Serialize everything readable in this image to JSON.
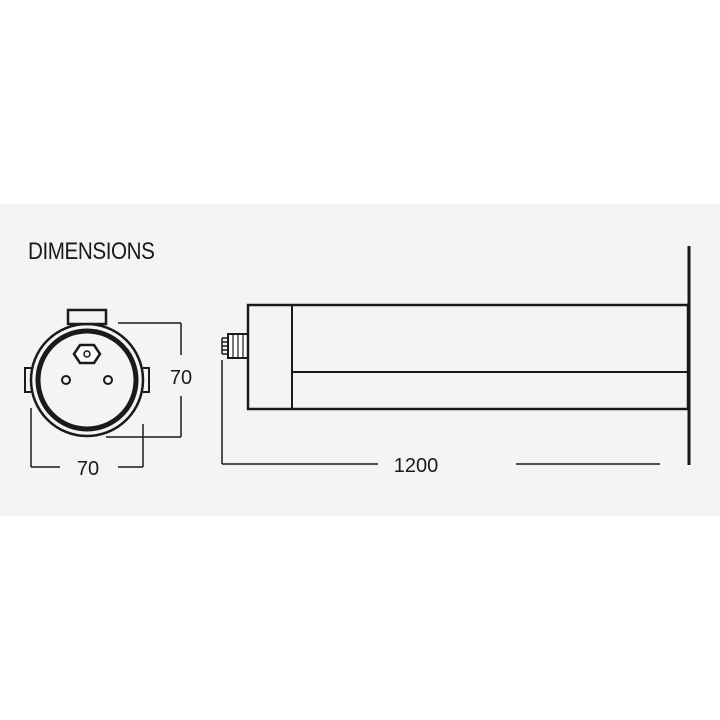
{
  "title": "DIMENSIONS",
  "dimensions": {
    "height": "70",
    "width": "70",
    "length": "1200"
  },
  "colors": {
    "background": "#ffffff",
    "panel": "#f4f4f4",
    "line": "#1a1a1a"
  }
}
